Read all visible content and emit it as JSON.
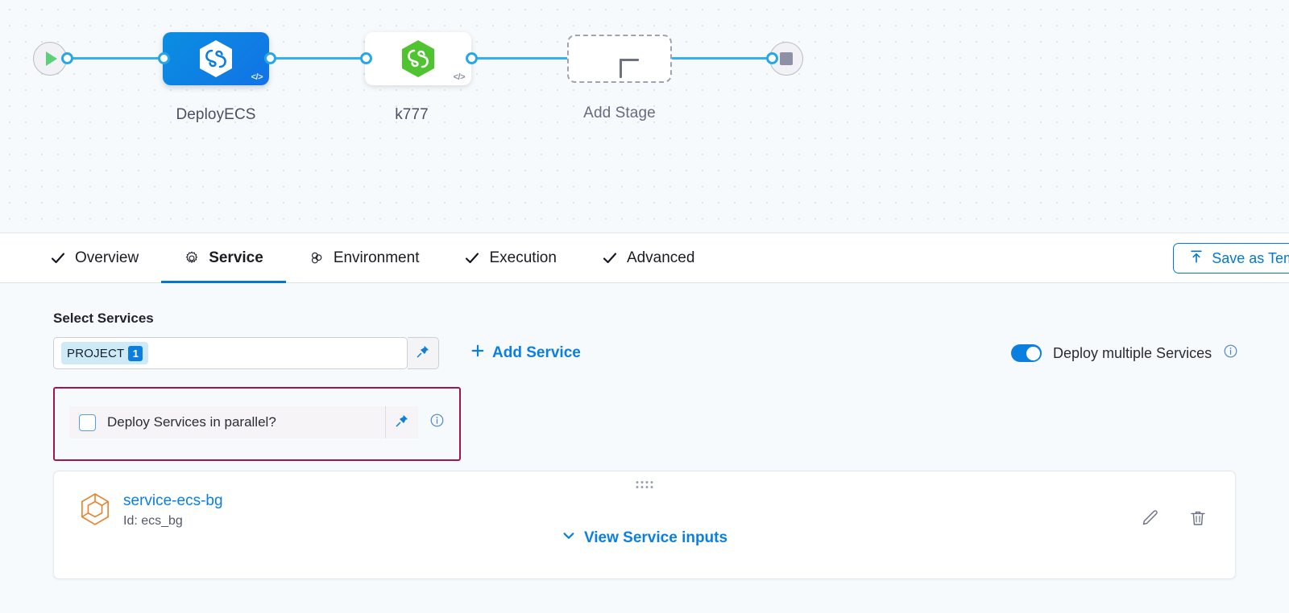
{
  "pipeline": {
    "start_node": {
      "icon": "play-icon",
      "label": ""
    },
    "end_node": {
      "icon": "stop-icon",
      "label": ""
    },
    "stages": [
      {
        "label": "DeployECS",
        "icon": "harness-hexagon-icon",
        "state": "selected",
        "code_badge": "</>"
      },
      {
        "label": "k777",
        "icon": "harness-hexagon-icon",
        "state": "default",
        "code_badge": "</>"
      }
    ],
    "add_stage": {
      "label": "Add Stage",
      "icon": "plus-icon"
    }
  },
  "tabs": [
    {
      "label": "Overview",
      "icon": "check-icon",
      "active": false
    },
    {
      "label": "Service",
      "icon": "gear-icon",
      "active": true
    },
    {
      "label": "Environment",
      "icon": "environment-icon",
      "active": false
    },
    {
      "label": "Execution",
      "icon": "check-icon",
      "active": false
    },
    {
      "label": "Advanced",
      "icon": "check-icon",
      "active": false
    }
  ],
  "toolbar": {
    "save_template_label": "Save as Template",
    "save_template_icon": "save-template-icon"
  },
  "service_section": {
    "title": "Select Services",
    "select": {
      "chip_label": "PROJECT",
      "chip_count": "1",
      "pin_icon": "pin-icon"
    },
    "add_service_label": "Add Service",
    "add_service_icon": "plus-icon",
    "deploy_multiple": {
      "label": "Deploy multiple Services",
      "enabled": true,
      "info_icon": "info-icon"
    },
    "parallel": {
      "label": "Deploy Services in parallel?",
      "checked": false,
      "pin_icon": "pin-icon",
      "info_icon": "info-icon",
      "highlight_color": "#a01550"
    },
    "service_card": {
      "icon": "service-cube-icon",
      "name": "service-ecs-bg",
      "id_text": "Id: ecs_bg",
      "view_inputs_label": "View Service inputs",
      "view_inputs_icon": "chevron-down-icon",
      "edit_icon": "pencil-icon",
      "delete_icon": "trash-icon",
      "drag_handle_icon": "drag-dots-icon"
    }
  },
  "colors": {
    "accent_blue": "#0a7fe0",
    "wire_blue": "#33b0f0",
    "highlight_magenta": "#a01550",
    "service_orange": "#e8822a",
    "node_green": "#4fc430"
  }
}
